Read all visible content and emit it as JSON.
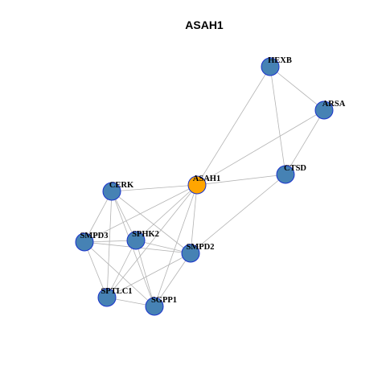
{
  "title": "ASAH1",
  "colors": {
    "focus_node": "#ffa500",
    "node": "#4682b4",
    "node_border": "#1a33cc",
    "edge": "#b3b3b3"
  },
  "nodes": [
    {
      "id": "ASAH1",
      "label": "ASAH1",
      "focus": true
    },
    {
      "id": "HEXB",
      "label": "HEXB",
      "focus": false
    },
    {
      "id": "ARSA",
      "label": "ARSA",
      "focus": false
    },
    {
      "id": "CTSD",
      "label": "CTSD",
      "focus": false
    },
    {
      "id": "CERK",
      "label": "CERK",
      "focus": false
    },
    {
      "id": "SMPD3",
      "label": "SMPD3",
      "focus": false
    },
    {
      "id": "SPHK2",
      "label": "SPHK2",
      "focus": false
    },
    {
      "id": "SMPD2",
      "label": "SMPD2",
      "focus": false
    },
    {
      "id": "SPTLC1",
      "label": "SPTLC1",
      "focus": false
    },
    {
      "id": "SGPP1",
      "label": "SGPP1",
      "focus": false
    }
  ],
  "edges": [
    [
      "ASAH1",
      "HEXB"
    ],
    [
      "ASAH1",
      "ARSA"
    ],
    [
      "ASAH1",
      "CTSD"
    ],
    [
      "ASAH1",
      "CERK"
    ],
    [
      "ASAH1",
      "SMPD3"
    ],
    [
      "ASAH1",
      "SPHK2"
    ],
    [
      "ASAH1",
      "SMPD2"
    ],
    [
      "ASAH1",
      "SPTLC1"
    ],
    [
      "ASAH1",
      "SGPP1"
    ],
    [
      "HEXB",
      "ARSA"
    ],
    [
      "HEXB",
      "CTSD"
    ],
    [
      "ARSA",
      "CTSD"
    ],
    [
      "CTSD",
      "SMPD2"
    ],
    [
      "CERK",
      "SMPD3"
    ],
    [
      "CERK",
      "SPHK2"
    ],
    [
      "CERK",
      "SMPD2"
    ],
    [
      "CERK",
      "SPTLC1"
    ],
    [
      "CERK",
      "SGPP1"
    ],
    [
      "SMPD3",
      "SPHK2"
    ],
    [
      "SMPD3",
      "SMPD2"
    ],
    [
      "SMPD3",
      "SPTLC1"
    ],
    [
      "SMPD3",
      "SGPP1"
    ],
    [
      "SPHK2",
      "SMPD2"
    ],
    [
      "SPHK2",
      "SPTLC1"
    ],
    [
      "SPHK2",
      "SGPP1"
    ],
    [
      "SMPD2",
      "SPTLC1"
    ],
    [
      "SMPD2",
      "SGPP1"
    ],
    [
      "SPTLC1",
      "SGPP1"
    ]
  ]
}
